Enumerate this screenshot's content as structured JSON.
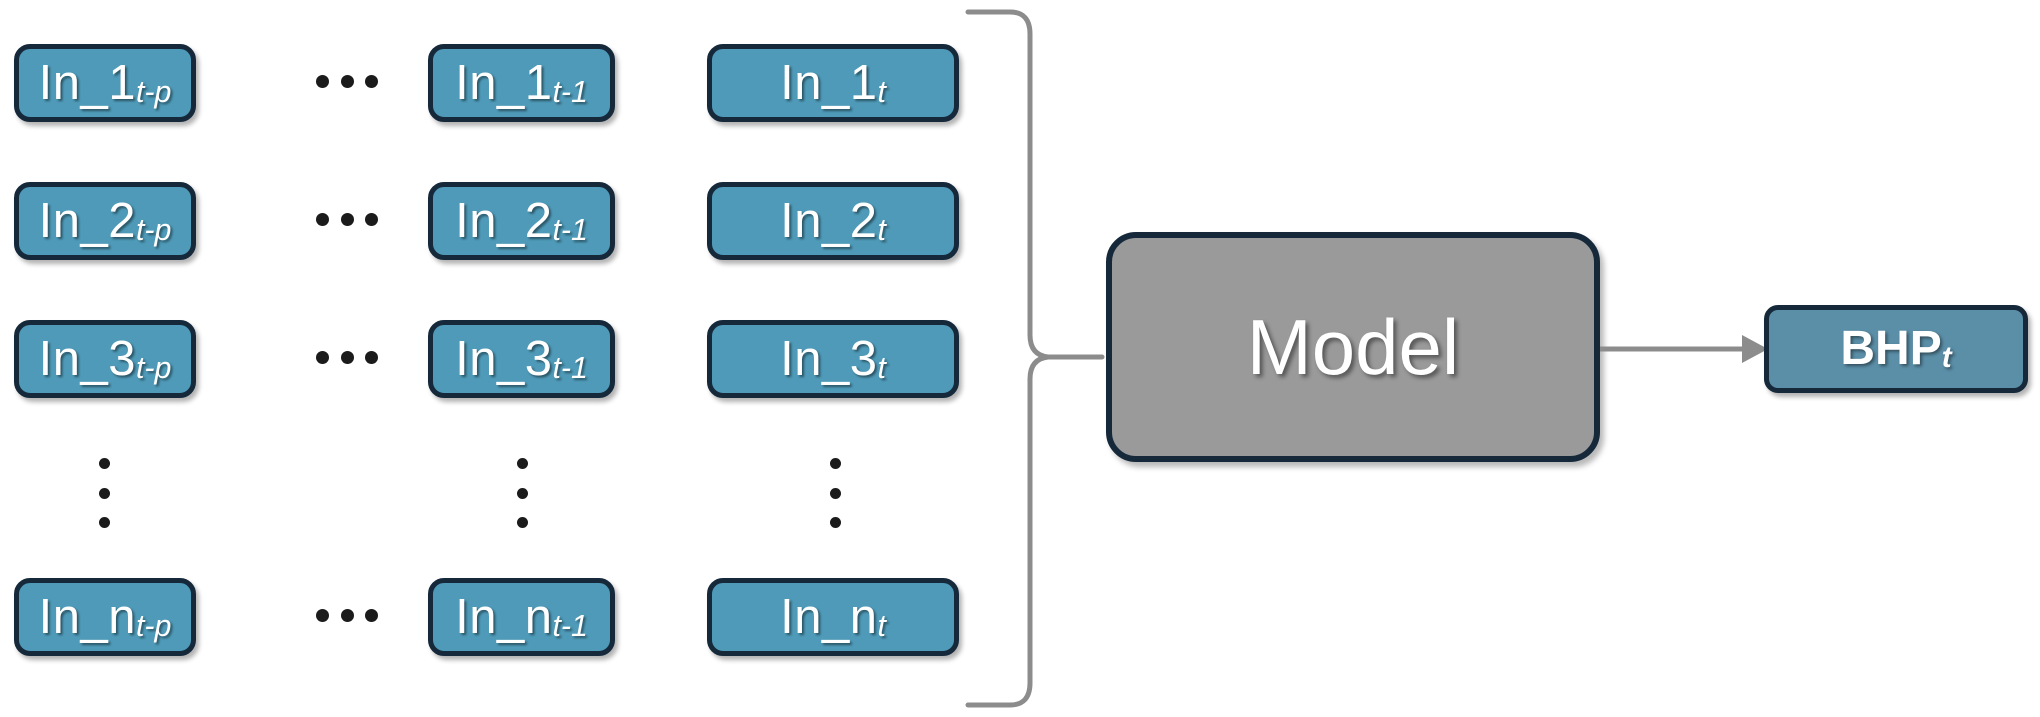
{
  "diagram": {
    "title": "Model input-output block diagram",
    "colors": {
      "input_fill": "#4e9ab8",
      "output_fill": "#5b8fa8",
      "model_fill": "#9a9a9a",
      "border": "#15293b",
      "connector": "#8c8c8c",
      "text": "#ffffff",
      "background": "#ffffff"
    },
    "inputs": {
      "columns": [
        {
          "key": "t-p",
          "subscript": "t-p"
        },
        {
          "key": "t-1",
          "subscript": "t-1"
        },
        {
          "key": "t",
          "subscript": "t"
        }
      ],
      "rows": [
        {
          "name": "In_1",
          "cells": [
            {
              "base": "In_1",
              "sub": "t-p"
            },
            {
              "base": "In_1",
              "sub": "t-1"
            },
            {
              "base": "In_1",
              "sub": "t"
            }
          ]
        },
        {
          "name": "In_2",
          "cells": [
            {
              "base": "In_2",
              "sub": "t-p"
            },
            {
              "base": "In_2",
              "sub": "t-1"
            },
            {
              "base": "In_2",
              "sub": "t"
            }
          ]
        },
        {
          "name": "In_3",
          "cells": [
            {
              "base": "In_3",
              "sub": "t-p"
            },
            {
              "base": "In_3",
              "sub": "t-1"
            },
            {
              "base": "In_3",
              "sub": "t"
            }
          ]
        },
        {
          "name": "In_n",
          "cells": [
            {
              "base": "In_n",
              "sub": "t-p"
            },
            {
              "base": "In_n",
              "sub": "t-1"
            },
            {
              "base": "In_n",
              "sub": "t"
            }
          ]
        }
      ],
      "horizontal_ellipsis": "...",
      "vertical_ellipsis": "..."
    },
    "model": {
      "label": "Model"
    },
    "output": {
      "base": "BHP",
      "sub": "t"
    },
    "connectors": {
      "brace": "right-curly-brace",
      "arrow": "model-to-output-arrow"
    }
  }
}
